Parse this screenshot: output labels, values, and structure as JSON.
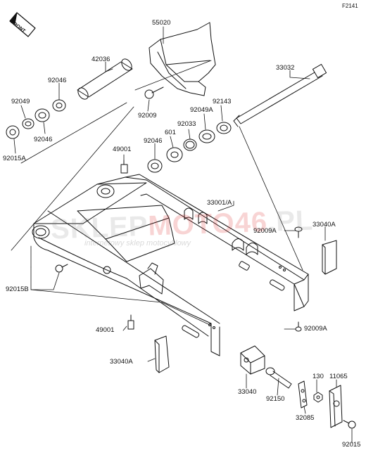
{
  "figure_code": "F2141",
  "front_badge": "FRONT",
  "watermark": {
    "prefix": "SKLEP",
    "highlight": "MOTO46",
    "suffix": ".PL",
    "tagline": "internetowy sklep motocyklowy"
  },
  "parts": {
    "p55020": "55020",
    "p42036": "42036",
    "p33032": "33032",
    "p92046_a": "92046",
    "p92049": "92049",
    "p92046_b": "92046",
    "p92015A": "92015A",
    "p92009": "92009",
    "p92143": "92143",
    "p92049A": "92049A",
    "p92033": "92033",
    "p601": "601",
    "p92046_c": "92046",
    "p49001_top": "49001",
    "p33001A": "33001/A",
    "p33040A_right": "33040A",
    "p92009A_top": "92009A",
    "p92015B": "92015B",
    "p92009A_bottom": "92009A",
    "p49001_bottom": "49001",
    "p33040A_left": "33040A",
    "p33040": "33040",
    "p92150": "92150",
    "p130": "130",
    "p11065": "11065",
    "p32085": "32085",
    "p92015": "92015"
  }
}
